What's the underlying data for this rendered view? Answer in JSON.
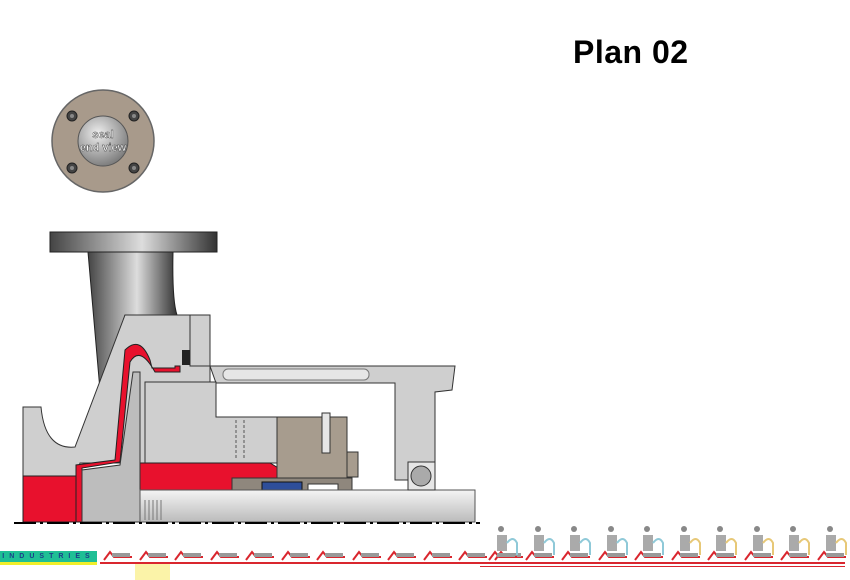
{
  "title": "Plan 02",
  "end_view": {
    "label_line1": "seal",
    "label_line2": "end view"
  },
  "footer": {
    "brand": "INDUSTRIES",
    "thumbnail_count": 22,
    "selected_index": 1
  },
  "colors": {
    "process_fluid": "#e8112d",
    "metal": "#c8c8c8",
    "gland": "#a79c8e",
    "brand_bg": "#1fbf95",
    "accent_line": "#d9262e"
  }
}
